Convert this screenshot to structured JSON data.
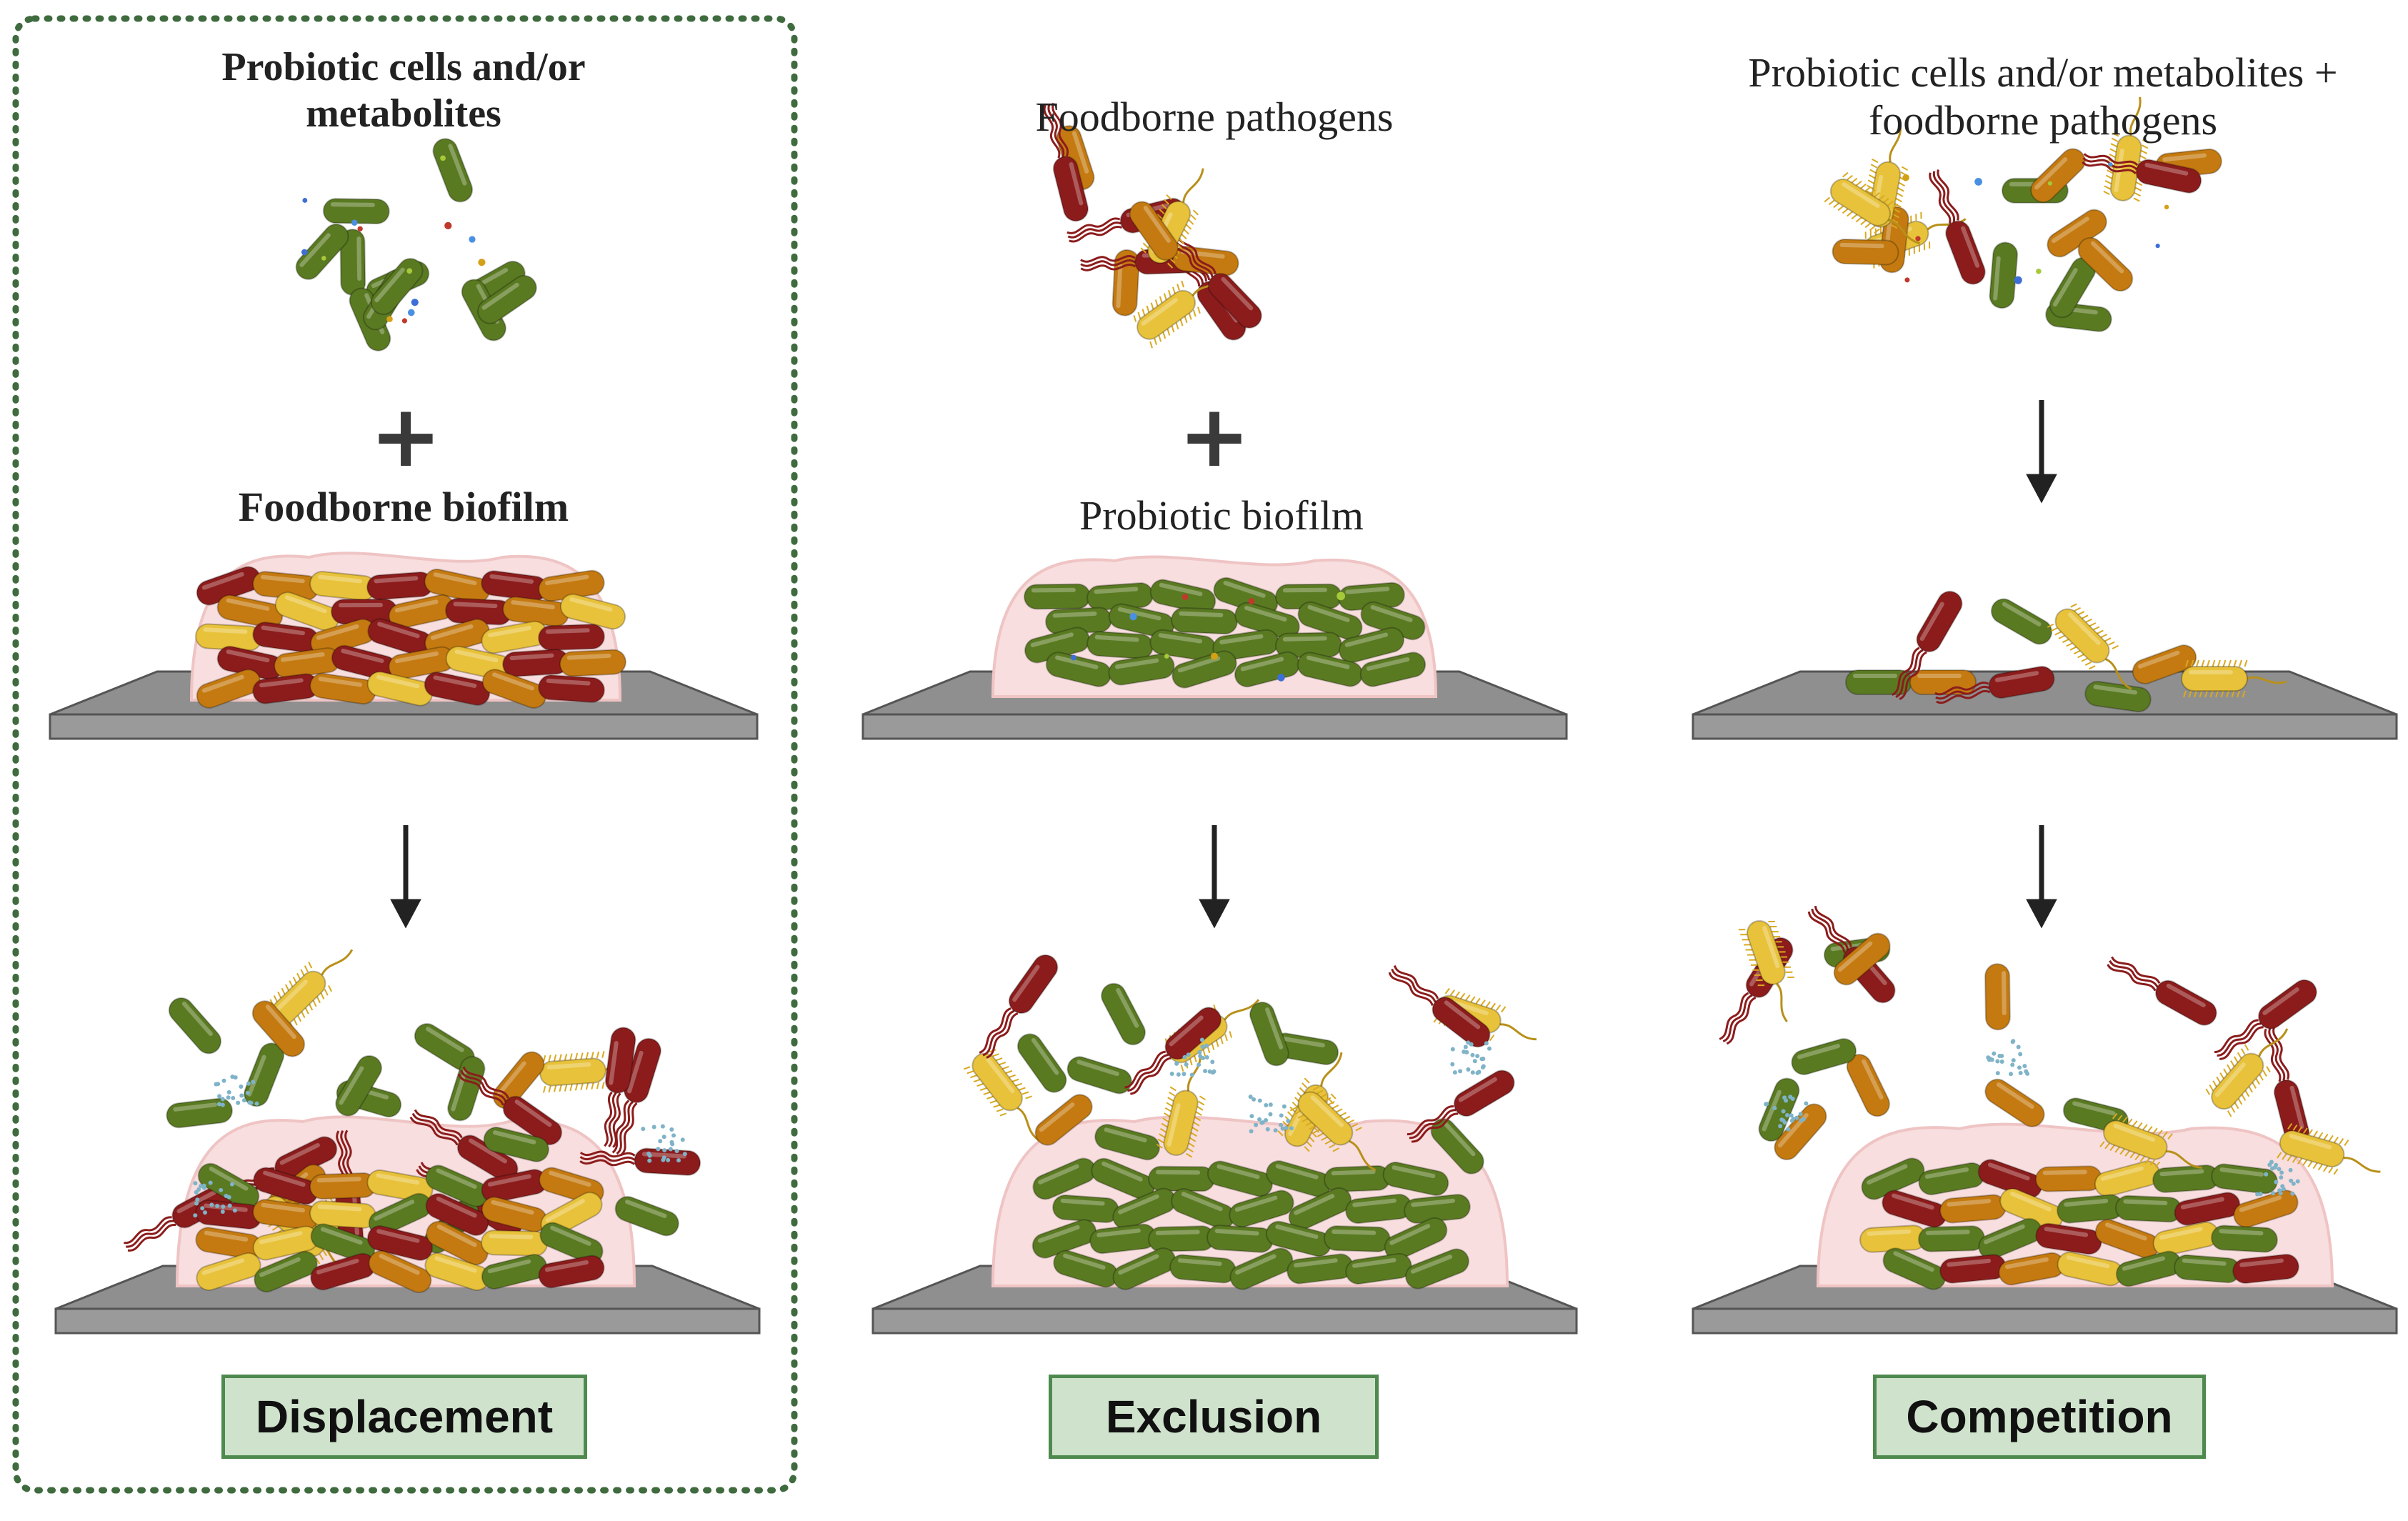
{
  "panels": [
    {
      "id": "displacement",
      "top_text": "Probiotic cells and/or metabolites",
      "middle_text": "Foodborne biofilm",
      "label": "Displacement"
    },
    {
      "id": "exclusion",
      "top_text": "Foodborne pathogens",
      "middle_text": "Probiotic biofilm",
      "label": "Exclusion"
    },
    {
      "id": "competition",
      "top_text": "Probiotic cells and/or metabolites + foodborne pathogens",
      "middle_text": "",
      "label": "Competition"
    }
  ],
  "plus_symbol": "+",
  "colors": {
    "probiotic_green": "#5a7a22",
    "pathogen_red": "#8c1c1c",
    "pathogen_orange": "#c47a10",
    "pathogen_yellow": "#e8c23a",
    "biofilm_matrix": "#f8dede",
    "surface_grey": "#8f8f8f",
    "label_fill": "#cfe3cc",
    "label_border": "#4e8a4e",
    "dotted_frame": "#3f6b3f"
  },
  "icons": [
    "rod-bacterium-icon",
    "flagellated-bacterium-icon",
    "fimbriated-bacterium-icon",
    "metabolite-particle-icon",
    "lysed-cell-icon",
    "down-arrow-icon",
    "plus-icon"
  ]
}
